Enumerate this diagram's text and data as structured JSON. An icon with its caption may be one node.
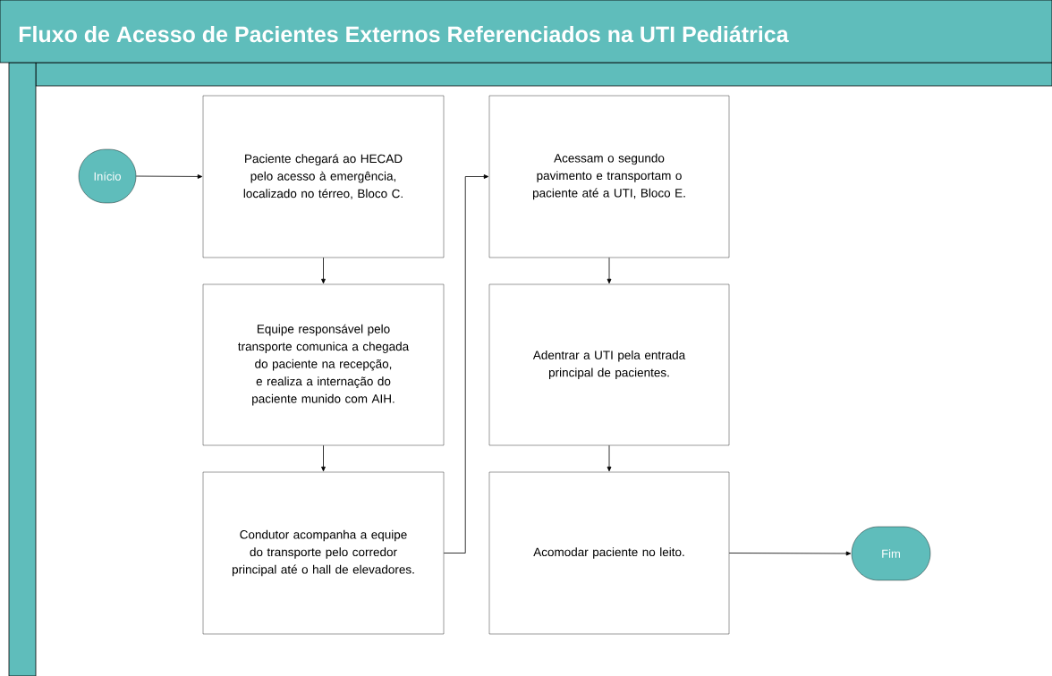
{
  "diagram": {
    "title": "Fluxo de Acesso de Pacientes Externos Referenciados na UTI Pediátrica",
    "nodes": [
      {
        "text": [
          "Início"
        ]
      },
      {
        "text": [
          "Paciente chegará ao HECAD pelo acesso à emergência, localizado no térreo, Bloco C."
        ]
      },
      {
        "text": [
          "Equipe responsável pelo transporte comunica a chegada do paciente na recepção, e realiza a internação do paciente munido com AIH."
        ]
      },
      {
        "text": [
          "Condutor acompanha a equipe do transporte pelo corredor principal até o hall de elevadores."
        ]
      },
      {
        "text": [
          "Acessam o segundo pavimento e transportam o paciente até a UTI, Bloco E."
        ]
      },
      {
        "text": [
          "Adentrar a UTI pela entrada principal de pacientes."
        ]
      },
      {
        "text": [
          "Acomodar paciente no leito."
        ]
      },
      {
        "text": [
          "Fim"
        ]
      }
    ],
    "edges": [
      {
        "from": 0,
        "to": 1,
        "arrow": "to"
      },
      {
        "from": 1,
        "to": 2,
        "arrow": "to"
      },
      {
        "from": 2,
        "to": 3,
        "arrow": "to"
      },
      {
        "from": 3,
        "to": 4,
        "arrow": "to"
      },
      {
        "from": 4,
        "to": 5,
        "arrow": "to"
      },
      {
        "from": 5,
        "to": 6,
        "arrow": "to"
      },
      {
        "from": 6,
        "to": 7,
        "arrow": "to"
      }
    ]
  }
}
